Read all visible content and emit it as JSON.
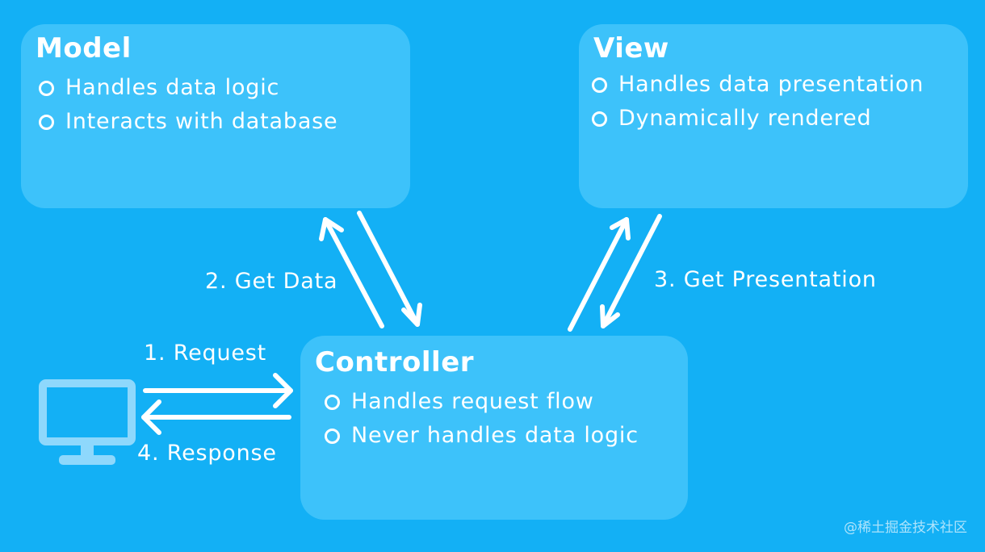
{
  "model": {
    "title": "Model",
    "items": [
      "Handles data logic",
      "Interacts with database"
    ]
  },
  "view": {
    "title": "View",
    "items": [
      "Handles data presentation",
      "Dynamically rendered"
    ]
  },
  "controller": {
    "title": "Controller",
    "items": [
      "Handles request flow",
      "Never handles data logic"
    ]
  },
  "flow": {
    "request": "1. Request",
    "get_data": "2. Get Data",
    "get_presentation": "3. Get Presentation",
    "response": "4. Response"
  },
  "watermark": "@稀土掘金技术社区",
  "colors": {
    "background": "#13b0f5",
    "box": "#3dc2fa",
    "text": "#ffffff",
    "client_icon": "#8ed8fc"
  },
  "icons": {
    "client": "desktop-monitor-icon"
  }
}
